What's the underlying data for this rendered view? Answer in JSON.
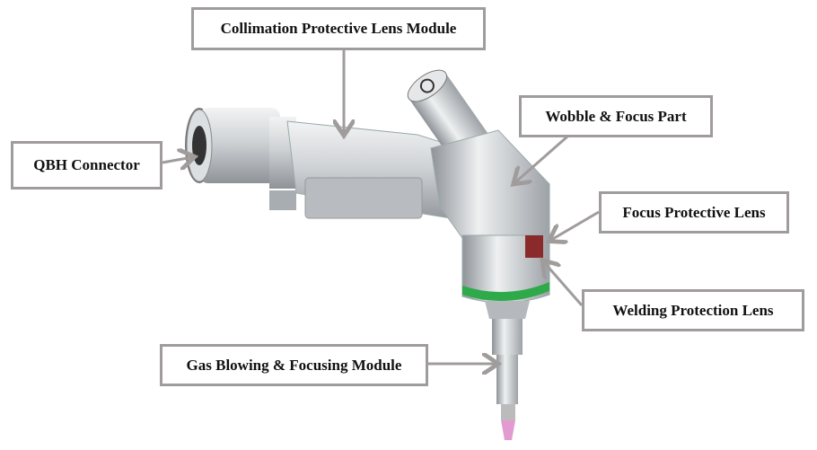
{
  "labels": {
    "collimation": "Collimation Protective Lens Module",
    "qbh": "QBH Connector",
    "wobble": "Wobble & Focus Part",
    "focus_lens": "Focus Protective Lens",
    "welding_lens": "Welding Protection Lens",
    "gas": "Gas Blowing & Focusing Module"
  },
  "colors": {
    "arrow": "#a09c9c",
    "band": "#2eaa4a",
    "red_ring": "#8a2a2a",
    "tip": "#e39ad0",
    "metal": "#c9cccf"
  }
}
